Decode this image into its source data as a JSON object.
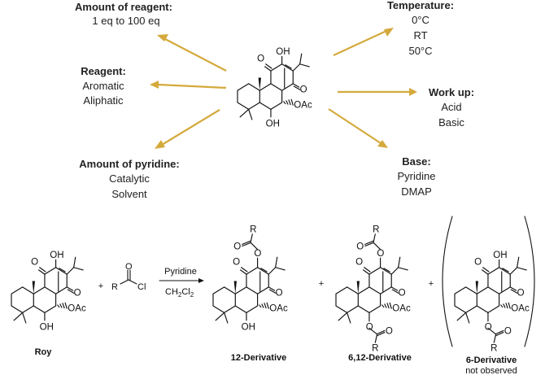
{
  "conditions": {
    "amount_of_reagent": {
      "title": "Amount of reagent:",
      "values": [
        "1 eq to 100 eq"
      ]
    },
    "reagent": {
      "title": "Reagent:",
      "values": [
        "Aromatic",
        "Aliphatic"
      ]
    },
    "amount_of_pyridine": {
      "title": "Amount of pyridine:",
      "values": [
        "Catalytic",
        "Solvent"
      ]
    },
    "temperature": {
      "title": "Temperature:",
      "values": [
        "0°C",
        "RT",
        "50°C"
      ]
    },
    "work_up": {
      "title": "Work up:",
      "values": [
        "Acid",
        "Basic"
      ]
    },
    "base": {
      "title": "Base:",
      "values": [
        "Pyridine",
        "DMAP"
      ]
    }
  },
  "atoms": {
    "oh": "OH",
    "o": "O",
    "oac": "OAc",
    "r": "R",
    "cl": "Cl"
  },
  "reaction": {
    "plus": "+",
    "reagent_above_arrow": "Pyridine",
    "solvent_ch": "CH",
    "solvent_2a": "2",
    "solvent_cl": "Cl",
    "solvent_2b": "2"
  },
  "compounds": {
    "roy": "Roy",
    "deriv_12": "12-Derivative",
    "deriv_6_12": "6,12-Derivative",
    "deriv_6": "6-Derivative",
    "deriv_6_note": "not observed"
  },
  "colors": {
    "arrow": "#d4aa3c",
    "text": "#222222"
  }
}
